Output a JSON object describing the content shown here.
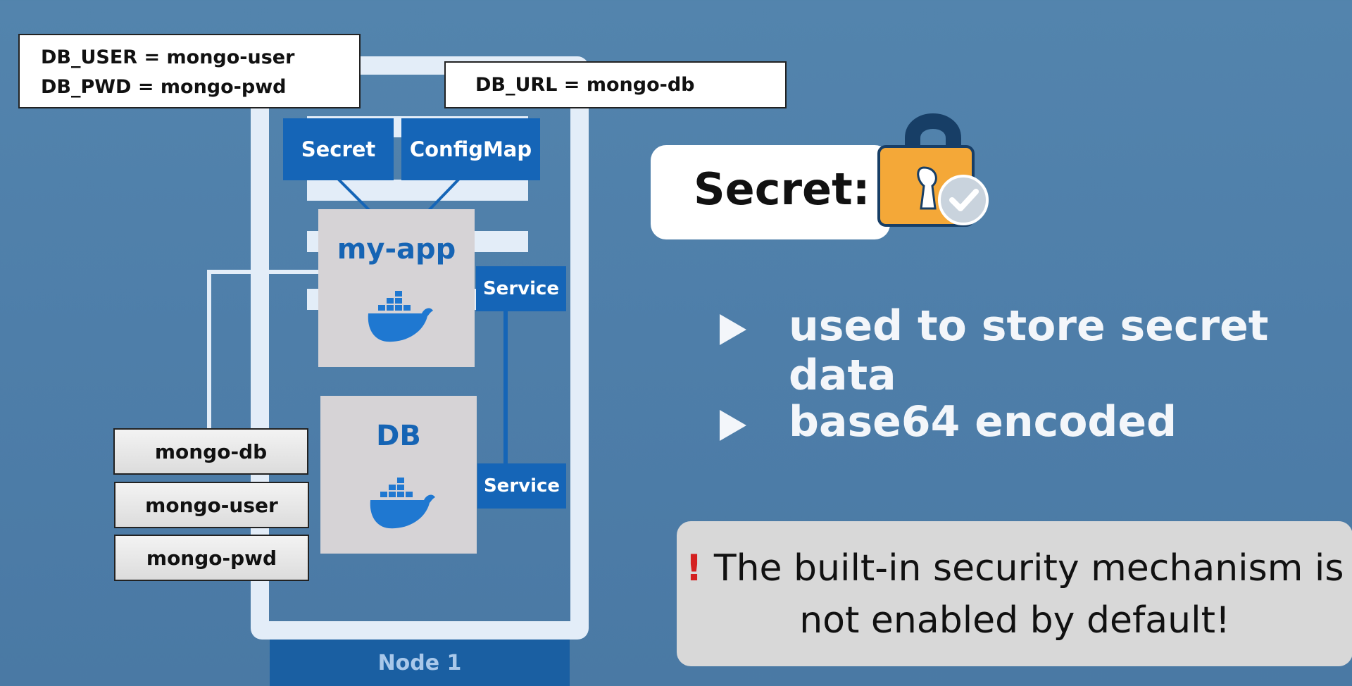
{
  "env_vars": {
    "secret_line1": "DB_USER = mongo-user",
    "secret_line2": "DB_PWD = mongo-pwd",
    "config_line": "DB_URL = mongo-db"
  },
  "node": {
    "label": "Node 1",
    "secret_box": "Secret",
    "configmap_box": "ConfigMap",
    "app_pod": "my-app",
    "db_pod": "DB",
    "service_1": "Service",
    "service_2": "Service"
  },
  "kv_values": [
    "mongo-db",
    "mongo-user",
    "mongo-pwd"
  ],
  "slide": {
    "title": "Secret:",
    "bullets": [
      "used to store secret data",
      "base64 encoded"
    ],
    "warning_mark": "!",
    "warning_line1": "The built-in security mechanism is",
    "warning_line2": "not enabled by default!"
  },
  "colors": {
    "background": "#5384ad",
    "k8s_blue": "#1565b7",
    "pod_gray": "#d6d3d6",
    "lock_body": "#f4a838",
    "lock_shackle": "#173e66",
    "warning_red": "#d42020"
  },
  "icons": [
    "docker-whale-icon",
    "lock-icon",
    "check-badge-icon",
    "bullet-arrow-icon"
  ]
}
